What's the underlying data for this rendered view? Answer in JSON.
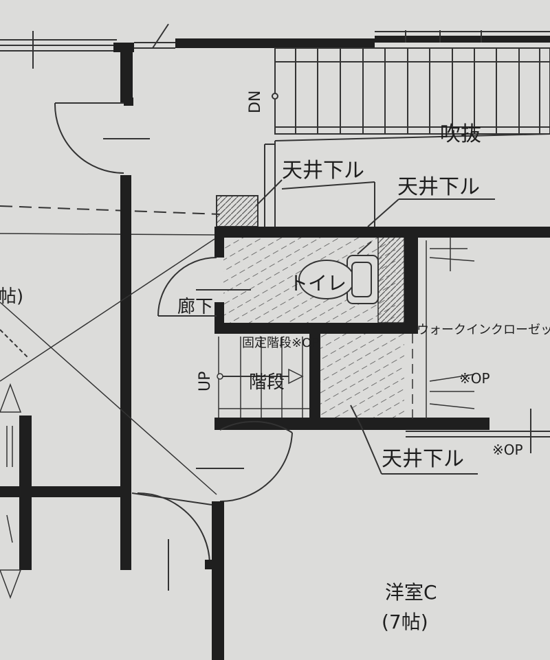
{
  "colors": {
    "paper": "#dcdcda",
    "wall": "#1f1f1f",
    "line": "#3a3a3a",
    "hatch": "#555555"
  },
  "labels": {
    "dn": "DN",
    "void": "吹抜",
    "lowered_ceiling_upper": "天井下ル",
    "lowered_ceiling_right": "天井下ル",
    "lowered_ceiling_lower": "天井下ル",
    "toilet": "トイレ",
    "corridor": "廊下",
    "fixed_stairs_option": "固定階段※OP",
    "up": "UP",
    "stairs": "階段",
    "walk_in_closet": "ウォークインクローゼット",
    "closet_option": "※OP",
    "option_right": "※OP",
    "room_c_name": "洋室C",
    "room_c_size": "(7帖)",
    "left_room_size_fragment": "帖)"
  }
}
